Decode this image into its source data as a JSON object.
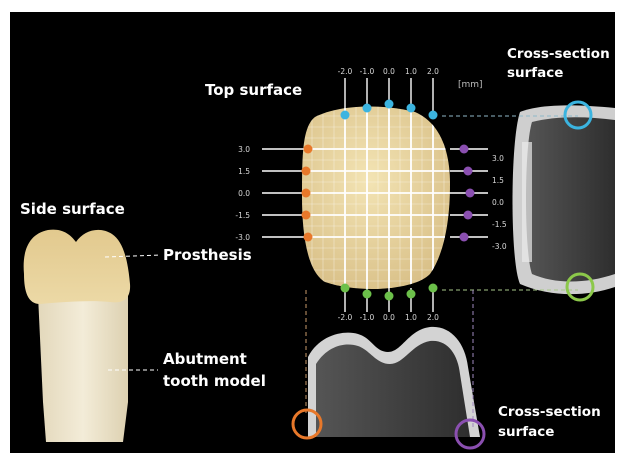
{
  "labels": {
    "top_surface": "Top surface",
    "side_surface": "Side surface",
    "prosthesis": "Prosthesis",
    "abutment_line1": "Abutment",
    "abutment_line2": "tooth model",
    "cross_top_line1": "Cross-section",
    "cross_top_line2": "surface",
    "cross_bottom_line1": "Cross-section",
    "cross_bottom_line2": "surface",
    "unit": "[mm]"
  },
  "ticks": {
    "top": [
      "-2.0",
      "-1.0",
      "0.0",
      "1.0",
      "2.0"
    ],
    "bottom": [
      "-2.0",
      "-1.0",
      "0.0",
      "1.0",
      "2.0"
    ],
    "left": [
      "3.0",
      "1.5",
      "0.0",
      "-1.5",
      "-3.0"
    ],
    "right": [
      "3.0",
      "1.5",
      "0.0",
      "-1.5",
      "-3.0"
    ]
  },
  "colors": {
    "background": "#000000",
    "top_markers": "#3bb4e0",
    "left_markers": "#e8782a",
    "right_markers": "#8a4fb0",
    "bottom_markers": "#6cc04a",
    "tooth": "#e9d7a3",
    "abutment": "#efe6cf"
  }
}
